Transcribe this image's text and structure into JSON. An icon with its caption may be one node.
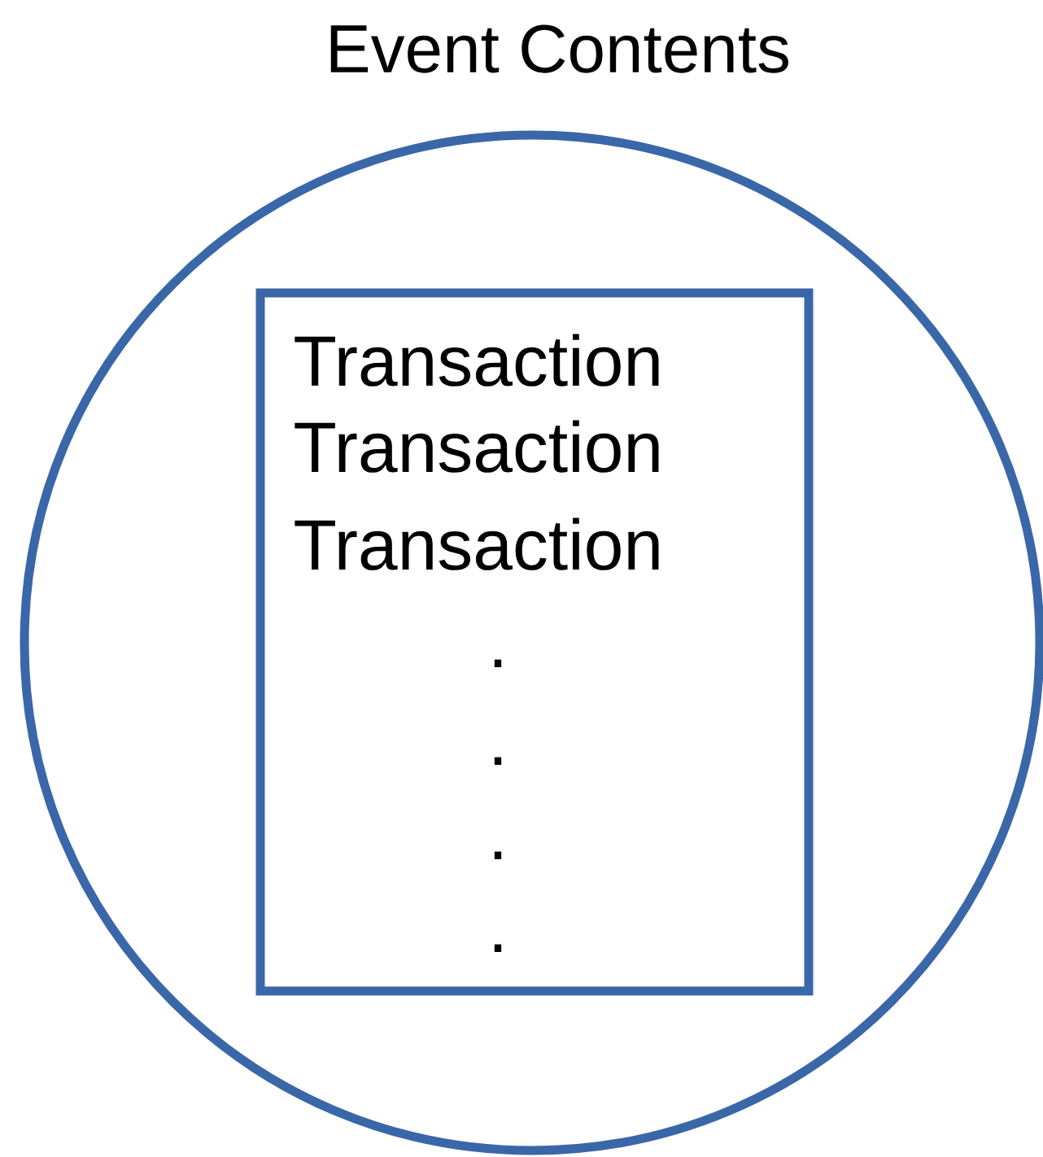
{
  "diagram": {
    "nodes": [
      {
        "text": [
          "Event Contents"
        ]
      },
      {
        "text": [
          "Transaction",
          "Transaction",
          "Transaction",
          ".",
          ".",
          ".",
          "."
        ],
        "in": 0
      }
    ]
  }
}
